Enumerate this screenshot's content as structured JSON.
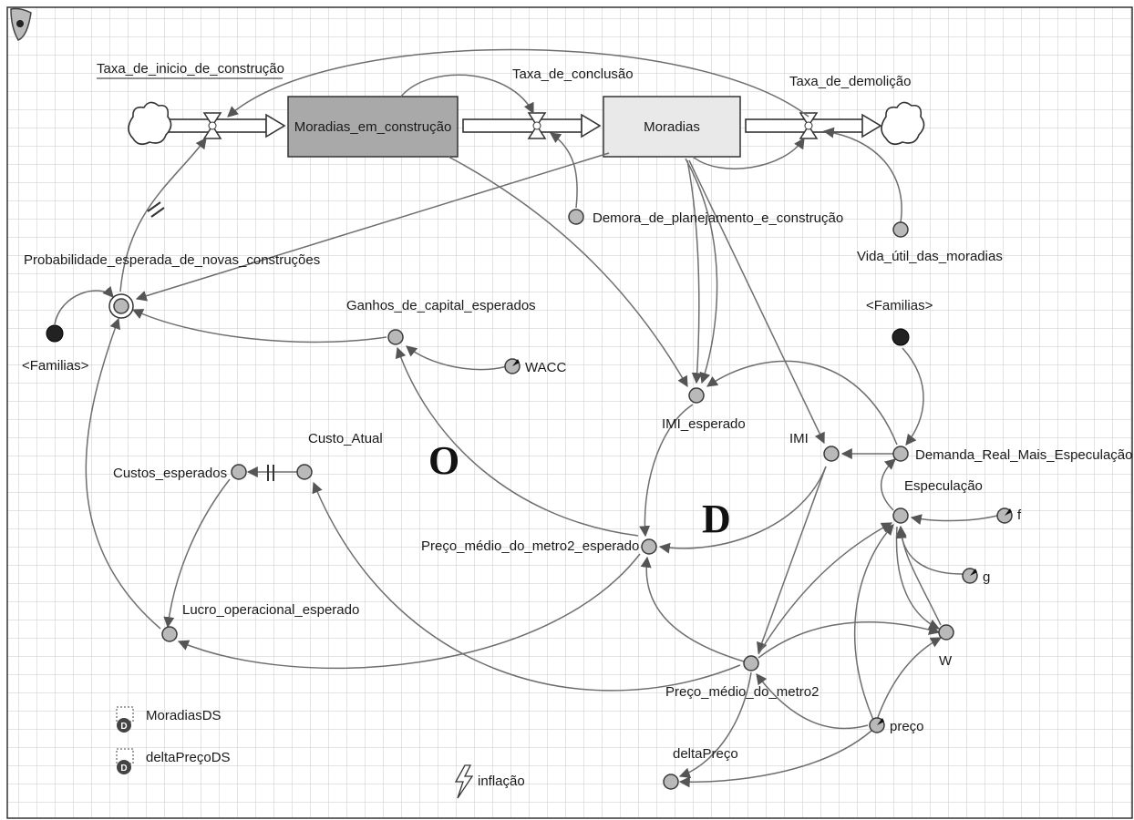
{
  "app": {
    "corner_icon": "tool-pointer-icon"
  },
  "colors": {
    "grid": "#c8c8c8",
    "stock_dark": "#a9a9a9",
    "stock_light": "#e9e9e9",
    "aux": "#b9b9b9",
    "link": "#6e6e6e"
  },
  "stocks": {
    "construction": "Moradias_em_construção",
    "housing": "Moradias"
  },
  "flows": {
    "start_rate": "Taxa_de_inicio_de_construção",
    "completion_rate": "Taxa_de_conclusão",
    "demolition_rate": "Taxa_de_demolição"
  },
  "variables": {
    "planning_delay": "Demora_de_planejamento_e_construção",
    "useful_life": "Vida_útil_das_moradias",
    "prob_new": "Probabilidade_esperada_de_novas_construções",
    "families_left": "<Familias>",
    "families_right": "<Familias>",
    "capital_gains": "Ganhos_de_capital_esperados",
    "wacc": "WACC",
    "imi_expected": "IMI_esperado",
    "imi": "IMI",
    "demand": "Demanda_Real_Mais_Especulação",
    "speculation": "Especulação",
    "f": "f",
    "g": "g",
    "costs_expected": "Custos_esperados",
    "current_cost": "Custo_Atual",
    "price_expected": "Preço_médio_do_metro2_esperado",
    "profit_expected": "Lucro_operacional_esperado",
    "price": "Preço_médio_do_metro2",
    "w": "W",
    "preco": "preço",
    "delta_price": "deltaPreço",
    "inflation": "inflação"
  },
  "datasets": {
    "moradias_ds": "MoradiasDS",
    "delta_ds": "deltaPreçoDS"
  },
  "loop_labels": {
    "o": "O",
    "d": "D"
  }
}
